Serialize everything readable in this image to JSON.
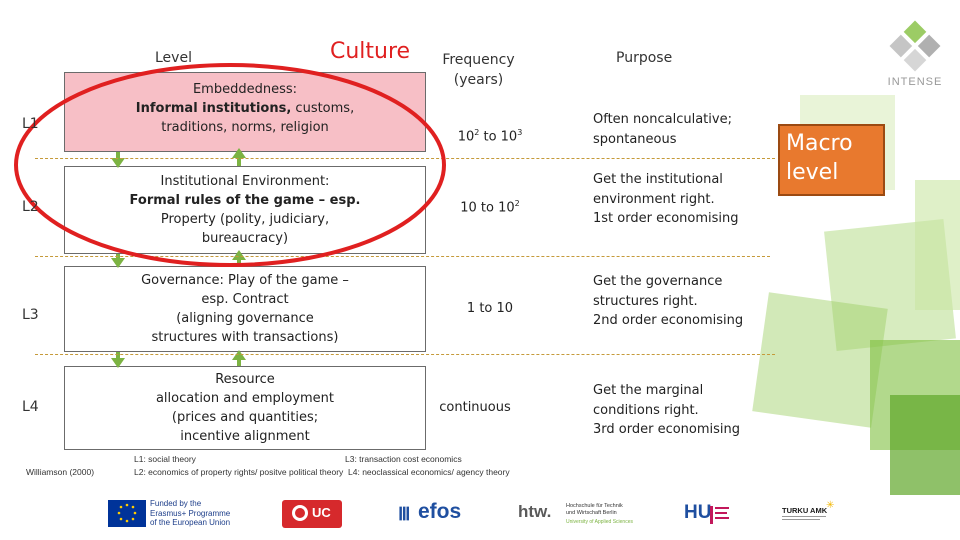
{
  "headers": {
    "level": "Level",
    "culture": "Culture",
    "frequency": "Frequency (years)",
    "purpose": "Purpose"
  },
  "levels": [
    {
      "id": "L1",
      "box_lines": [
        "Embeddedness:",
        "Informal institutions, customs,",
        "traditions, norms, religion"
      ],
      "frequency_base": "10",
      "frequency_exp1": "2",
      "frequency_mid": " to 10",
      "frequency_exp2": "3",
      "purpose": [
        "Often noncalculative;",
        "spontaneous"
      ]
    },
    {
      "id": "L2",
      "box_lines": [
        "Institutional Environment:",
        "Formal rules of the game – esp.",
        "Property (polity, judiciary,",
        "bureaucracy)"
      ],
      "frequency_base": "10 to 10",
      "frequency_exp1": "2",
      "purpose": [
        "Get the institutional",
        "environment right.",
        "1st order economising"
      ]
    },
    {
      "id": "L3",
      "box_lines": [
        "Governance: Play of the game –",
        "esp. Contract",
        "(aligning governance",
        "structures with transactions)"
      ],
      "frequency": "1 to 10",
      "purpose": [
        "Get the governance",
        "structures right.",
        "2nd order economising"
      ]
    },
    {
      "id": "L4",
      "box_lines": [
        "Resource",
        "allocation and employment",
        "(prices and quantities;",
        "incentive alignment"
      ],
      "frequency": "continuous",
      "purpose": [
        "Get the marginal",
        "conditions right.",
        "3rd order economising"
      ]
    }
  ],
  "citation": "Williamson (2000)",
  "footnotes": {
    "line1_left": "L1: social theory",
    "line1_right": "L3: transaction cost economics",
    "line2": "L2: economics of property rights/ positve political theory  L4: neoclassical economics/ agency theory"
  },
  "macro_label": "Macro level",
  "brand": "INTENSE",
  "logos": {
    "erasmus": [
      "Funded by the",
      "Erasmus+ Programme",
      "of the European Union"
    ],
    "uc": "UC",
    "efos": "efos",
    "htw": "htw.",
    "htw_sub": [
      "Hochschule für Technik",
      "und Wirtschaft Berlin"
    ],
    "htw_tag": "University of Applied Sciences",
    "hu": "HU",
    "turku": "TURKU AMK"
  },
  "colors": {
    "pink_box": "#f7bfc6",
    "ellipse": "#e02020",
    "arrow_green": "#7cb342",
    "dash": "#c59a3a",
    "macro_fill": "#e8792e",
    "green_deco": "#8bc34a"
  }
}
